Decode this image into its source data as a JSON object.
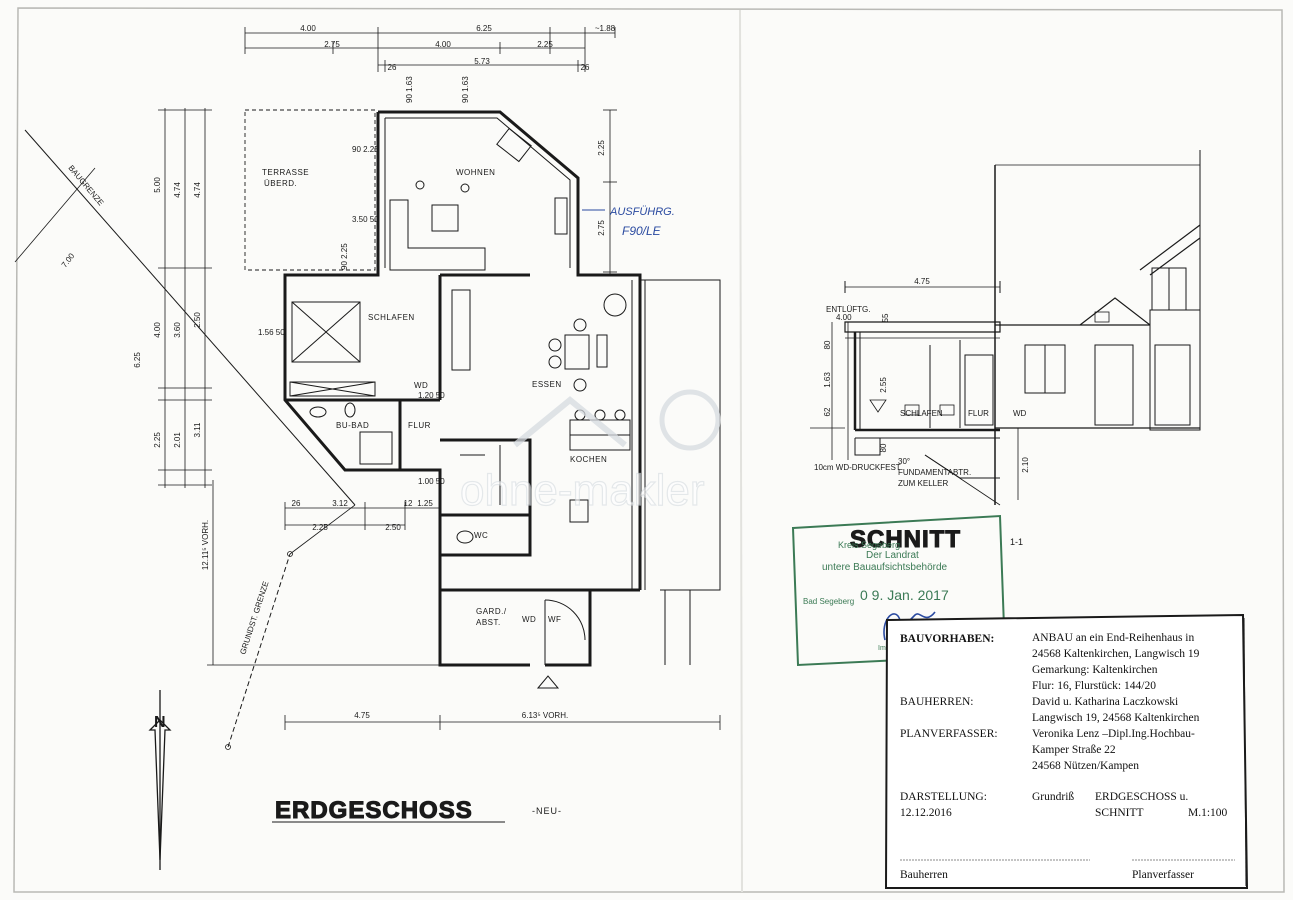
{
  "plan": {
    "title": "ERDGESCHOSS",
    "title_suffix": "-NEU-",
    "north_label": "N",
    "rooms": {
      "terrasse_1": "TERRASSE",
      "terrasse_2": "ÜBERD.",
      "wohnen": "WOHNEN",
      "schlafen": "SCHLAFEN",
      "essen": "ESSEN",
      "flur": "FLUR",
      "bu_bad": "BU-BAD",
      "kochen": "KOCHEN",
      "wc": "WC",
      "gard_1": "GARD./",
      "gard_2": "ABST.",
      "wd": "WD",
      "wd2": "WD",
      "wf": "WF"
    },
    "boundary_labels": {
      "baugrenze": "BAUGRENZE",
      "grundst_grenze": "GRUNDST. GRENZE"
    },
    "handwritten_note_1": "AUSFÜHRG.",
    "handwritten_note_2": "F90/LE",
    "dimensions": {
      "top_1": "4.00",
      "top_2": "6.25",
      "top_3": "~1.88",
      "top_4": "2.75",
      "top_5": "4.00",
      "top_6": "2.25",
      "top_7": "26",
      "top_8": "5.73",
      "top_9": "26",
      "right_1": "2.25",
      "right_2": "2.75",
      "left_1": "5.00",
      "left_2": "4.74",
      "left_3": "4.74",
      "left_4": "6.25",
      "left_5": "4.00",
      "left_6": "3.60",
      "left_7": "2.50",
      "left_8": "2.25",
      "left_9": "2.01",
      "left_10": "3.11",
      "diag": "7.00",
      "mid_1": "3.12",
      "mid_2": "2.25",
      "mid_3": "2.50",
      "mid_4": "1.25",
      "mid_5": "26",
      "mid_6": "12",
      "bottom_1": "4.75",
      "bottom_2": "6.13⁵ VORH.",
      "vert_side": "12.11⁵ VORH.",
      "wnd_1": "90 1.63",
      "wnd_2": "90 1.63",
      "wnd_3": "90 2.25",
      "wnd_4": "3.50 50",
      "wnd_5": "90 2.25",
      "wnd_6": "1.56 50",
      "wnd_7": "1.20 50",
      "wnd_8": "1.00 50"
    }
  },
  "section": {
    "title": "SCHNITT",
    "title_suffix": "1-1",
    "labels": {
      "entlueftg": "ENTLÜFTG.",
      "schlafen": "SCHLAFEN",
      "flur": "FLUR",
      "wd": "WD",
      "druckfest": "10cm WD-DRUCKFEST",
      "fund_1": "30°",
      "fund_2": "FUNDAMENTABTR.",
      "fund_3": "ZUM KELLER"
    },
    "dims": {
      "top": "4.75",
      "d1": "80",
      "d2": "1.63",
      "d3": "62",
      "d4": "2.55",
      "d5": "80",
      "d6": "2.10",
      "d7": "55",
      "d8": "4.00"
    }
  },
  "stamp": {
    "line1": "Kreis Segeberg",
    "line2": "Der Landrat",
    "line3": "untere Bauaufsichtsbehörde",
    "city": "Bad Segeberg",
    "date": "0 9. Jan. 2017",
    "auftrag": "Im Auftrag"
  },
  "watermark": "ohne-makler",
  "title_block": {
    "bauvorhaben_label": "BAUVORHABEN:",
    "bauvorhaben_lines": [
      "ANBAU  an ein End-Reihenhaus in",
      "24568 Kaltenkirchen, Langwisch 19",
      "Gemarkung: Kaltenkirchen",
      "Flur: 16, Flurstück: 144/20"
    ],
    "bauherren_label": "BAUHERREN:",
    "bauherren_lines": [
      "David u. Katharina Laczkowski",
      "Langwisch 19, 24568 Kaltenkirchen"
    ],
    "planverfasser_label": "PLANVERFASSER:",
    "planverfasser_lines": [
      "Veronika Lenz –Dipl.Ing.Hochbau-",
      "Kamper Straße 22",
      "24568 Nützen/Kampen"
    ],
    "darstellung_label": "DARSTELLUNG:",
    "darstellung_date": "12.12.2016",
    "darstellung_col2_1": "Grundriß",
    "darstellung_col3_1": "ERDGESCHOSS  u.",
    "darstellung_col3_2": "SCHNITT",
    "scale": "M.1:100",
    "sig_left": "Bauherren",
    "sig_right": "Planverfasser"
  },
  "colors": {
    "line": "#1a1a1a",
    "stamp": "#3b7a55",
    "ink": "#2a4aa0"
  }
}
